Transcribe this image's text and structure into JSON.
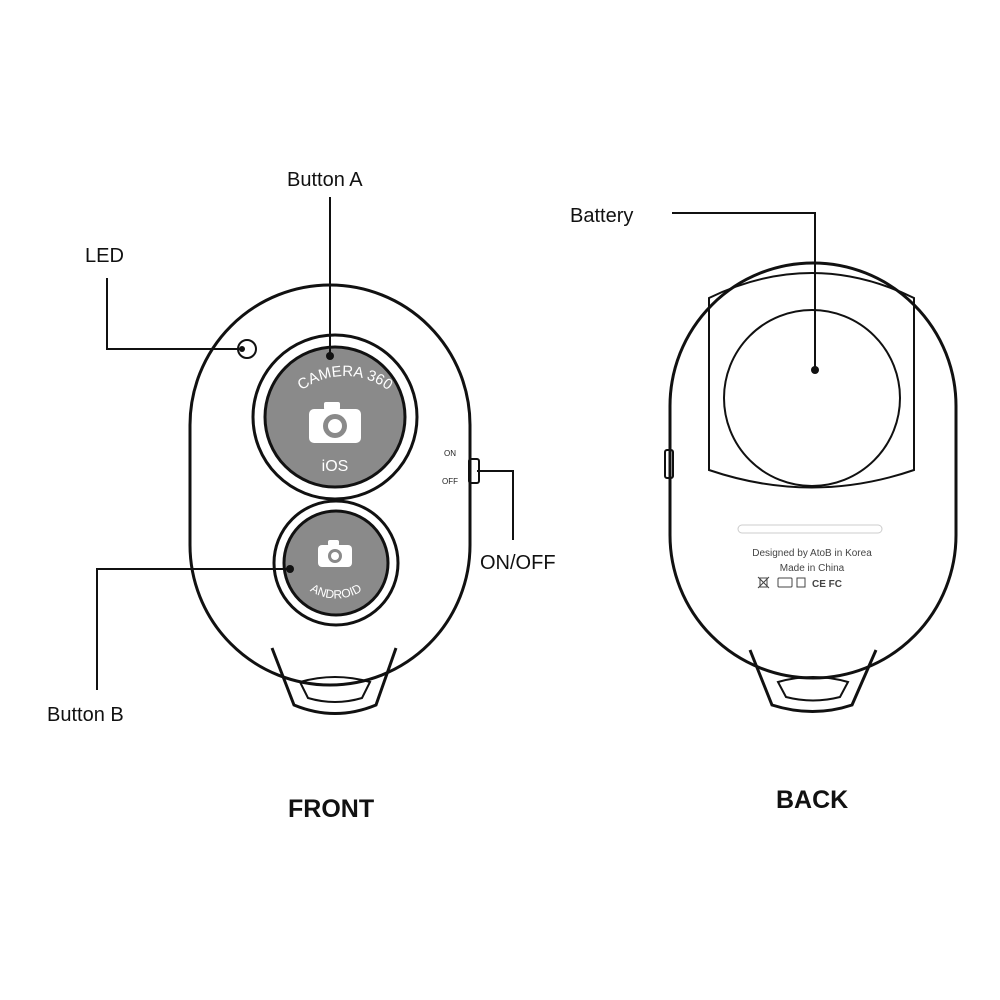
{
  "labels": {
    "button_a": "Button A",
    "led": "LED",
    "battery": "Battery",
    "on_off": "ON/OFF",
    "button_b": "Button B",
    "front": "FRONT",
    "back": "BACK"
  },
  "switch": {
    "on": "ON",
    "off": "OFF"
  },
  "button_a_face": {
    "top_text": "CAMERA 360",
    "bottom_text": "iOS"
  },
  "button_b_face": {
    "text": "ANDROID"
  },
  "back_print": {
    "line1": "Designed by AtoB in Korea",
    "line2": "Made in China",
    "marks": "CE FC"
  },
  "icons": [
    "camera-icon",
    "led-indicator",
    "power-switch",
    "weee-bin-icon"
  ],
  "colors": {
    "button_face": "#8a8a8a",
    "line": "#111111",
    "background": "#ffffff"
  }
}
